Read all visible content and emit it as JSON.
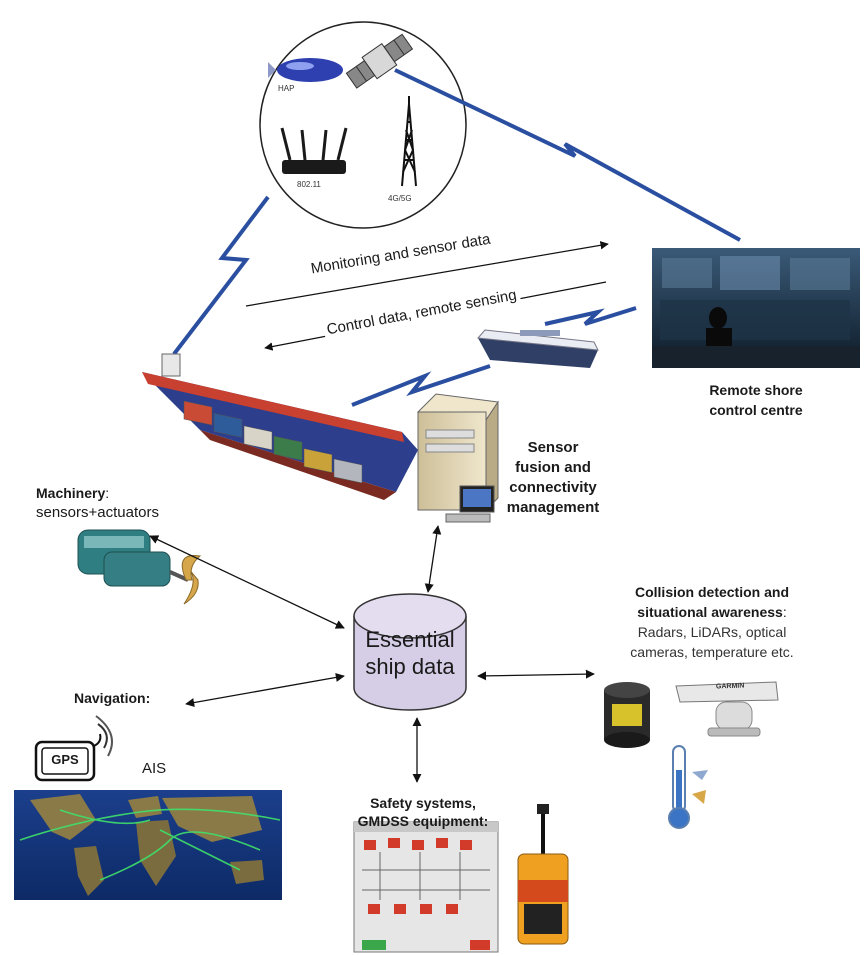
{
  "comm_bubble": {
    "hap_label": "HAP",
    "wifi_label": "802.11",
    "cell_label": "4G/5G"
  },
  "links": {
    "monitoring": "Monitoring and sensor data",
    "control": "Control data, remote sensing"
  },
  "shore": {
    "line1": "Remote shore",
    "line2": "control centre"
  },
  "fusion": {
    "line1": "Sensor",
    "line2": "fusion and",
    "line3": "connectivity",
    "line4": "management"
  },
  "machinery": {
    "title": "Machinery",
    "colon": ":",
    "subtitle": "sensors+actuators"
  },
  "hub": {
    "line1": "Essential",
    "line2": "ship data"
  },
  "collision": {
    "line1": "Collision detection and",
    "line2_bold": "situational awareness",
    "line2_colon": ":",
    "line3": "Radars, LiDARs, optical",
    "line4": "cameras, temperature etc.",
    "radar_brand": "GARMIN"
  },
  "navigation": {
    "title": "Navigation:",
    "gps": "GPS",
    "ais": "AIS"
  },
  "safety": {
    "line1": "Safety systems,",
    "line2": "GMDSS equipment:"
  },
  "colors": {
    "lightning": "#2b4fa0",
    "hub_fill": "#d6cde6",
    "arrow": "#111111"
  }
}
